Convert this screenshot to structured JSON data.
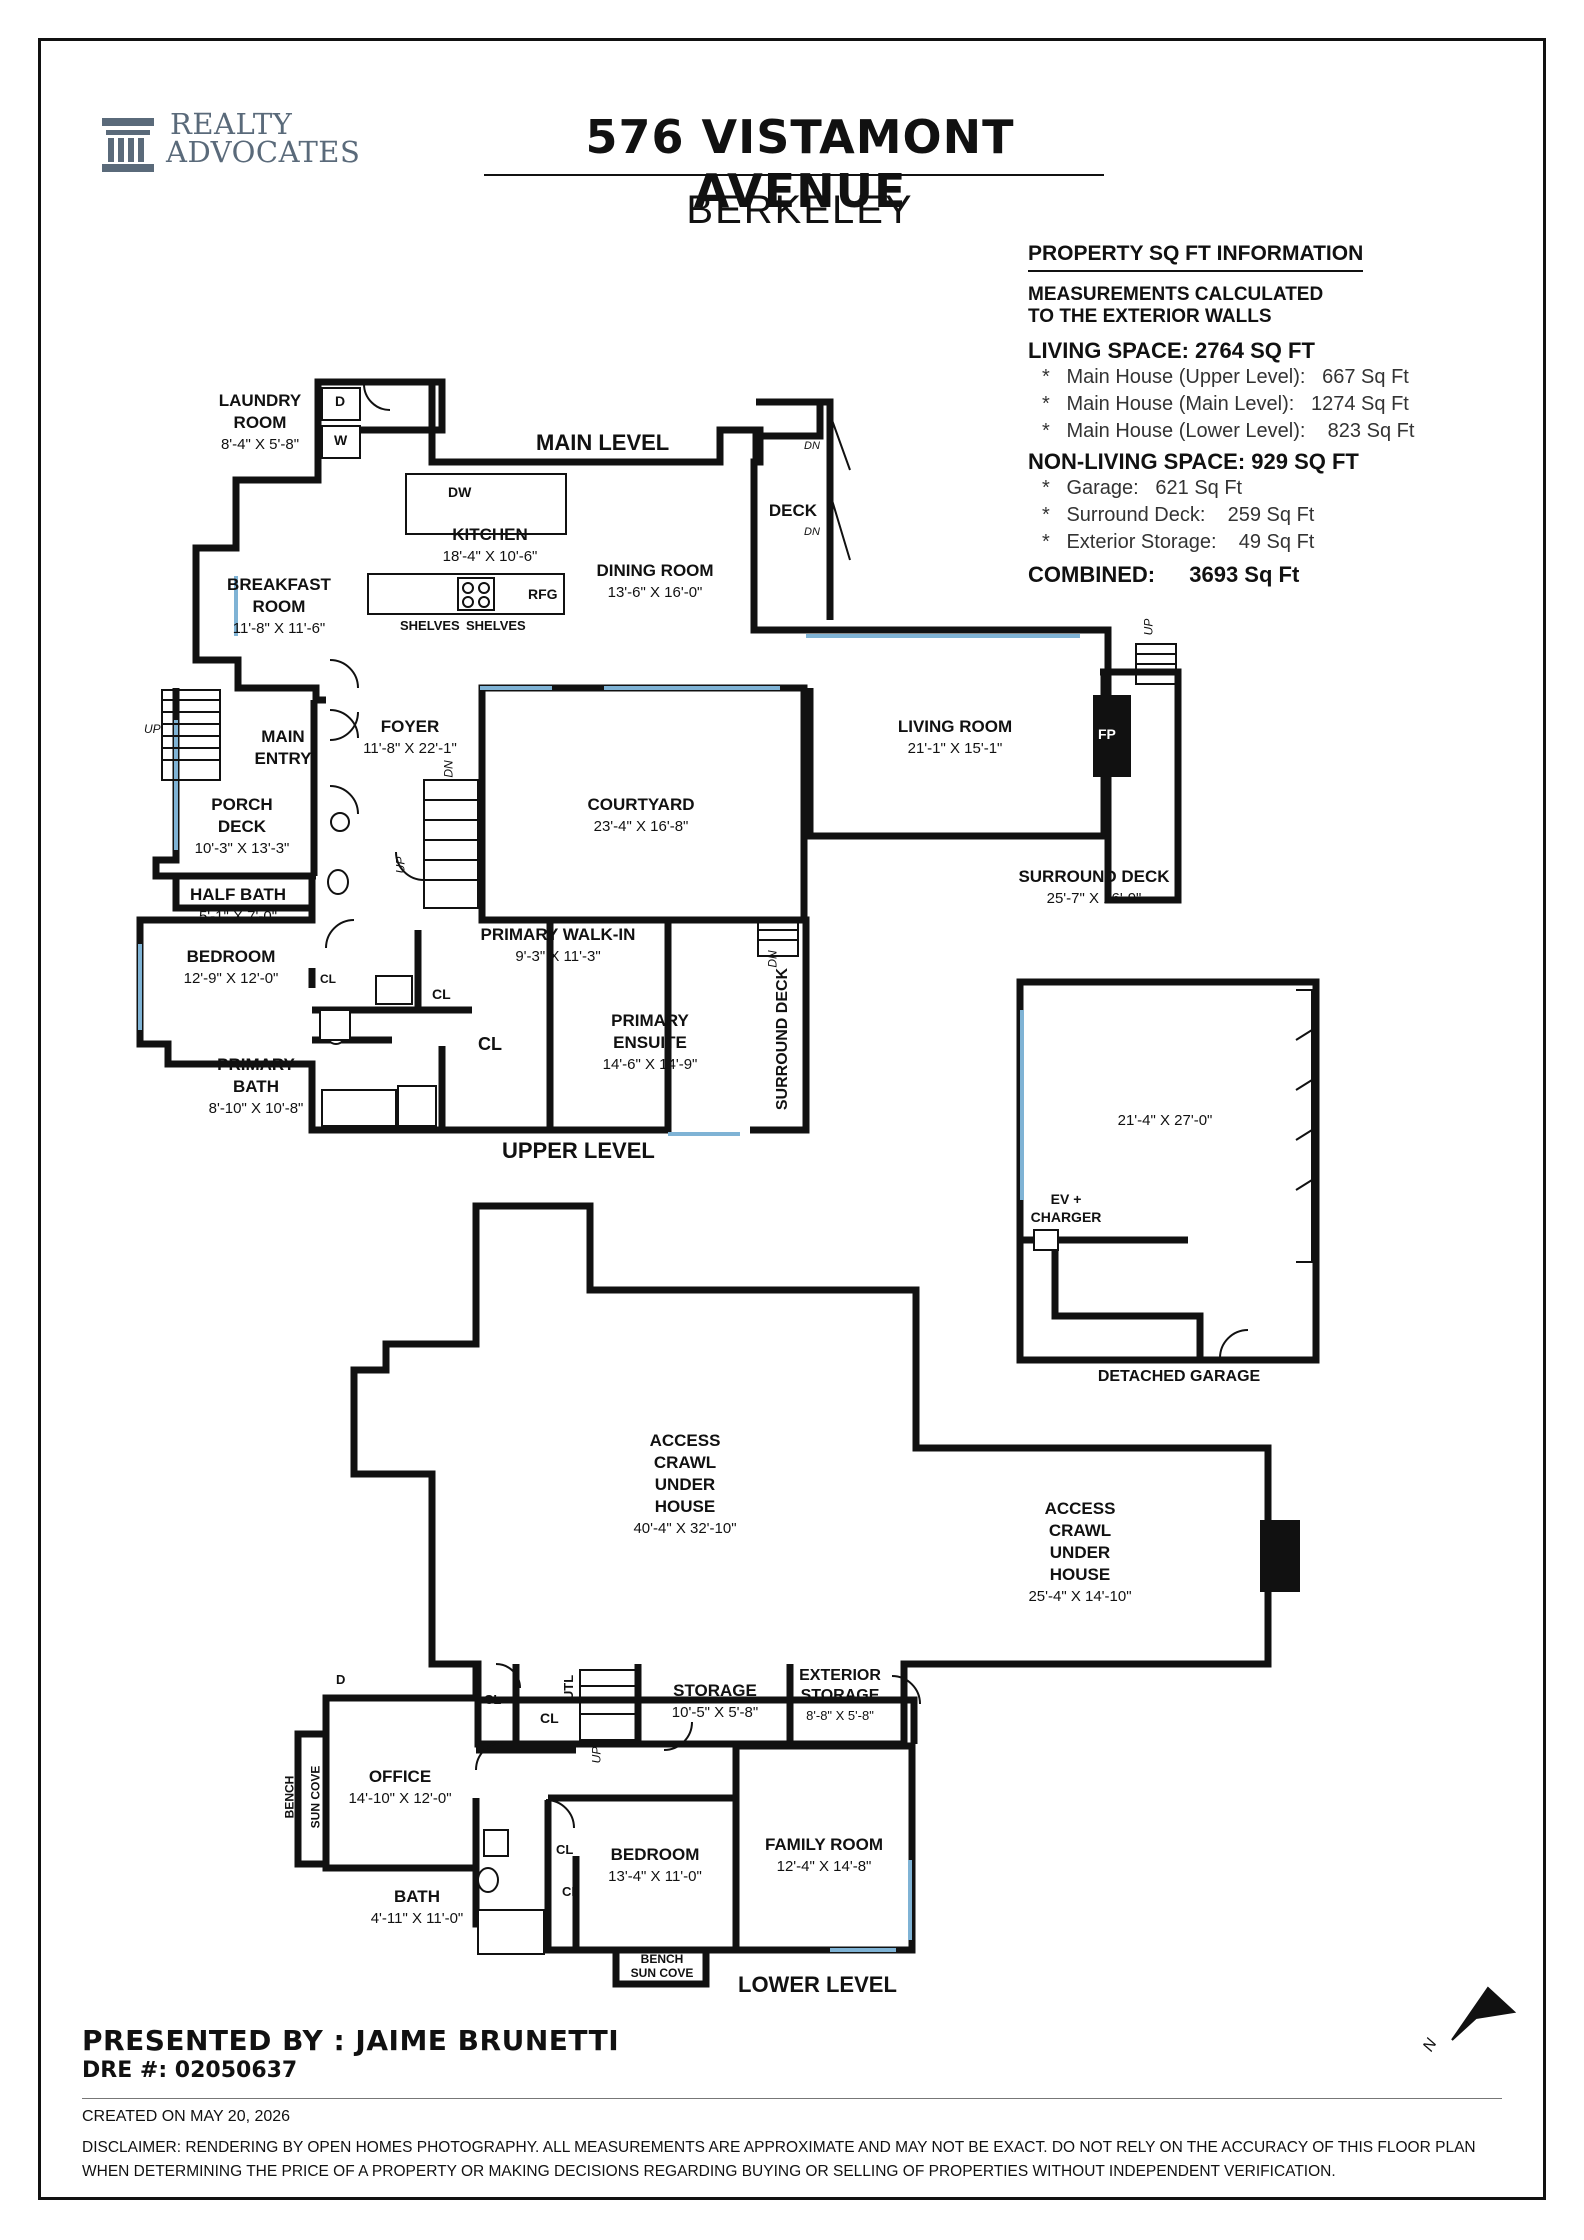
{
  "logo": {
    "line1": "REALTY",
    "line2": "ADVOCATES"
  },
  "header": {
    "title": "576 VISTAMONT AVENUE",
    "subtitle": "BERKELEY"
  },
  "info": {
    "heading": "PROPERTY SQ FT INFORMATION",
    "note_line1": "MEASUREMENTS CALCULATED",
    "note_line2": "TO THE EXTERIOR WALLS",
    "living": "LIVING SPACE: 2764 SQ FT",
    "living_items": [
      "*   Main House (Upper Level):   667 Sq Ft",
      "*   Main House (Main Level):   1274 Sq Ft",
      "*   Main House (Lower Level):    823 Sq Ft"
    ],
    "nonliving": "NON-LIVING SPACE: 929 SQ FT",
    "nonliving_items": [
      "*   Garage:   621 Sq Ft",
      "*   Surround Deck:    259 Sq Ft",
      "*   Exterior Storage:    49 Sq Ft"
    ],
    "combined_label": "COMBINED:",
    "combined_value": "3693 Sq Ft"
  },
  "levels": {
    "main": "MAIN LEVEL",
    "upper": "UPPER LEVEL",
    "lower": "LOWER LEVEL"
  },
  "rooms": {
    "laundry": {
      "name": "LAUNDRY\nROOM",
      "dim": "8'-4\" X 5'-8\""
    },
    "kitchen": {
      "name": "KITCHEN",
      "dim": "18'-4\" X 10'-6\""
    },
    "breakfast": {
      "name": "BREAKFAST\nROOM",
      "dim": "11'-8\" X 11'-6\""
    },
    "dining": {
      "name": "DINING ROOM",
      "dim": "13'-6\" X 16'-0\""
    },
    "deck": {
      "name": "DECK"
    },
    "living": {
      "name": "LIVING ROOM",
      "dim": "21'-1\" X 15'-1\""
    },
    "main_entry": {
      "name": "MAIN\nENTRY"
    },
    "foyer": {
      "name": "FOYER",
      "dim": "11'-8\" X 22'-1\""
    },
    "courtyard": {
      "name": "COURTYARD",
      "dim": "23'-4\" X 16'-8\""
    },
    "porch": {
      "name": "PORCH\nDECK",
      "dim": "10'-3\" X 13'-3\""
    },
    "surround_deck": {
      "name": "SURROUND DECK",
      "dim": "25'-7\" X 16'-9\""
    },
    "half_bath": {
      "name": "HALF BATH",
      "dim": "5'-1\" X 7'-0\""
    },
    "bedroom_upper": {
      "name": "BEDROOM",
      "dim": "12'-9\" X 12'-0\""
    },
    "primary_walkin": {
      "name": "PRIMARY WALK-IN",
      "dim": "9'-3\" X 11'-3\""
    },
    "primary_ensuite": {
      "name": "PRIMARY\nENSUITE",
      "dim": "14'-6\" X 14'-9\""
    },
    "primary_bath": {
      "name": "PRIMARY\nBATH",
      "dim": "8'-10\" X 10'-8\""
    },
    "garage": {
      "name": "DETACHED GARAGE",
      "dim": "21'-4\" X 27'-0\""
    },
    "ev": {
      "name": "EV +\nCHARGER"
    },
    "crawl1": {
      "name": "ACCESS\nCRAWL\nUNDER\nHOUSE",
      "dim": "40'-4\" X 32'-10\""
    },
    "crawl2": {
      "name": "ACCESS\nCRAWL\nUNDER\nHOUSE",
      "dim": "25'-4\" X 14'-10\""
    },
    "storage": {
      "name": "STORAGE",
      "dim": "10'-5\" X 5'-8\""
    },
    "ext_storage": {
      "name": "EXTERIOR\nSTORAGE",
      "dim": "8'-8\" X 5'-8\""
    },
    "office": {
      "name": "OFFICE",
      "dim": "14'-10\" X 12'-0\""
    },
    "family": {
      "name": "FAMILY ROOM",
      "dim": "12'-4\" X 14'-8\""
    },
    "bedroom_lower": {
      "name": "BEDROOM",
      "dim": "13'-4\" X 11'-0\""
    },
    "bath_lower": {
      "name": "BATH",
      "dim": "4'-11\" X 11'-0\""
    }
  },
  "labels": {
    "dw": "DW",
    "rfg": "RFG",
    "shelves1": "SHELVES",
    "shelves2": "SHELVES",
    "fp": "FP",
    "cl": "CL",
    "d": "D",
    "w": "W",
    "up": "UP",
    "dn": "DN",
    "utl": "UTL",
    "surround_deck_vertical": "SURROUND DECK",
    "bench": "BENCH",
    "sun_cove": "SUN COVE",
    "bench_sun_cove": "BENCH\nSUN COVE"
  },
  "footer": {
    "presented": "PRESENTED BY : JAIME BRUNETTI",
    "dre": "DRE #: 02050637",
    "created": "CREATED ON MAY 20, 2026",
    "disclaimer": "DISCLAIMER: RENDERING BY OPEN HOMES PHOTOGRAPHY. ALL MEASUREMENTS ARE APPROXIMATE AND MAY NOT BE EXACT. DO NOT RELY ON THE ACCURACY OF THIS FLOOR PLAN WHEN DETERMINING THE PRICE OF A PROPERTY OR MAKING DECISIONS REGARDING BUYING OR SELLING OF PROPERTIES WITHOUT INDEPENDENT VERIFICATION."
  },
  "compass": {
    "letter": "N"
  },
  "colors": {
    "wall": "#111111",
    "window": "#7fb3d5",
    "logo": "#5a6a7a"
  }
}
